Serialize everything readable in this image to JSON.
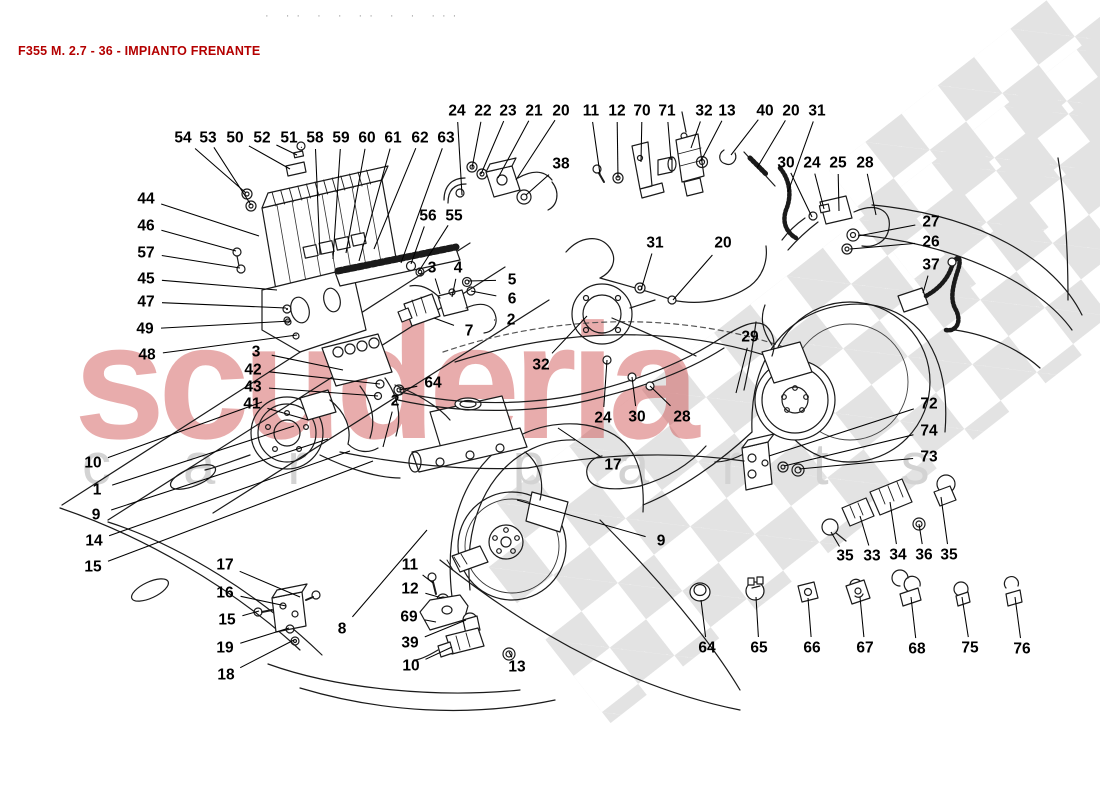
{
  "header": {
    "title": "F355 M. 2.7 - 36 - IMPIANTO FRENANTE"
  },
  "scan_artifacts": "· ·· ·  · ··   · ·  ···",
  "watermark": {
    "word": "scuderia",
    "subtext": "car parts"
  },
  "colors": {
    "title_red": "#b40000",
    "watermark_pink": "rgba(205,70,70,0.45)",
    "watermark_gray": "#d3d3d3",
    "checker_gray": "#e3e3e3",
    "line_black": "#1a1a1a"
  },
  "diagram": {
    "callouts": [
      [
        "24",
        457,
        111,
        462,
        195
      ],
      [
        "22",
        483,
        111,
        472,
        168
      ],
      [
        "23",
        508,
        111,
        481,
        174
      ],
      [
        "21",
        534,
        111,
        498,
        178
      ],
      [
        "20",
        561,
        111,
        516,
        180
      ],
      [
        "11",
        591,
        111,
        600,
        174
      ],
      [
        "12",
        617,
        111,
        618,
        178
      ],
      [
        "70",
        642,
        111,
        641,
        162
      ],
      [
        "71",
        667,
        111,
        671,
        160
      ],
      [
        "32",
        704,
        111,
        691,
        148
      ],
      [
        "13",
        727,
        111,
        701,
        161
      ],
      [
        "40",
        765,
        111,
        731,
        155
      ],
      [
        "20",
        791,
        111,
        757,
        168
      ],
      [
        "31",
        817,
        111,
        788,
        192
      ],
      [
        "30",
        786,
        163,
        812,
        217
      ],
      [
        "24",
        812,
        163,
        824,
        209
      ],
      [
        "25",
        838,
        163,
        839,
        211
      ],
      [
        "28",
        865,
        163,
        876,
        215
      ],
      [
        "27",
        931,
        222,
        858,
        236
      ],
      [
        "26",
        931,
        242,
        850,
        249
      ],
      [
        "37",
        931,
        265,
        923,
        293
      ],
      [
        "54",
        183,
        138,
        246,
        193
      ],
      [
        "53",
        208,
        138,
        251,
        205
      ],
      [
        "50",
        235,
        138,
        290,
        169
      ],
      [
        "52",
        262,
        138,
        297,
        155
      ],
      [
        "51",
        289,
        138,
        301,
        147
      ],
      [
        "58",
        315,
        138,
        320,
        255
      ],
      [
        "59",
        341,
        138,
        333,
        259
      ],
      [
        "60",
        367,
        138,
        346,
        253
      ],
      [
        "61",
        393,
        138,
        359,
        261
      ],
      [
        "62",
        420,
        138,
        374,
        249
      ],
      [
        "63",
        446,
        138,
        401,
        263
      ],
      [
        "44",
        146,
        199,
        259,
        236
      ],
      [
        "46",
        146,
        226,
        236,
        251
      ],
      [
        "57",
        146,
        253,
        240,
        268
      ],
      [
        "45",
        146,
        279,
        277,
        290
      ],
      [
        "47",
        146,
        302,
        286,
        308
      ],
      [
        "49",
        145,
        329,
        291,
        321
      ],
      [
        "48",
        147,
        355,
        297,
        335
      ],
      [
        "56",
        428,
        216,
        411,
        264
      ],
      [
        "55",
        454,
        216,
        419,
        271
      ],
      [
        "38",
        561,
        164,
        526,
        195
      ],
      [
        "3",
        432,
        268,
        440,
        294
      ],
      [
        "4",
        458,
        268,
        452,
        297
      ],
      [
        "5",
        512,
        280,
        468,
        281
      ],
      [
        "6",
        512,
        299,
        471,
        291
      ],
      [
        "2",
        511,
        320,
        494,
        320
      ],
      [
        "7",
        469,
        331,
        434,
        318
      ],
      [
        "3",
        256,
        352,
        343,
        370
      ],
      [
        "42",
        253,
        370,
        380,
        384
      ],
      [
        "43",
        253,
        387,
        378,
        396
      ],
      [
        "41",
        252,
        404,
        308,
        420
      ],
      [
        "64",
        433,
        383,
        399,
        390
      ],
      [
        "2",
        395,
        401,
        383,
        447
      ],
      [
        "10",
        93,
        463,
        262,
        402
      ],
      [
        "1",
        97,
        490,
        294,
        426
      ],
      [
        "9",
        96,
        515,
        328,
        439
      ],
      [
        "14",
        94,
        541,
        350,
        451
      ],
      [
        "15",
        93,
        567,
        373,
        461
      ],
      [
        "17",
        225,
        565,
        300,
        597
      ],
      [
        "16",
        225,
        593,
        286,
        606
      ],
      [
        "15",
        227,
        620,
        259,
        611
      ],
      [
        "19",
        225,
        648,
        289,
        628
      ],
      [
        "18",
        226,
        675,
        294,
        640
      ],
      [
        "11",
        410,
        565,
        433,
        583
      ],
      [
        "12",
        410,
        589,
        442,
        598
      ],
      [
        "69",
        409,
        617,
        436,
        622
      ],
      [
        "8",
        342,
        629,
        427,
        530
      ],
      [
        "39",
        410,
        643,
        466,
        620
      ],
      [
        "10",
        411,
        666,
        452,
        647
      ],
      [
        "13",
        517,
        667,
        509,
        652
      ],
      [
        "32",
        541,
        365,
        587,
        316
      ],
      [
        "31",
        655,
        243,
        641,
        290
      ],
      [
        "20",
        723,
        243,
        673,
        300
      ],
      [
        "29",
        750,
        337,
        736,
        393
      ],
      [
        "24",
        603,
        418,
        607,
        360
      ],
      [
        "30",
        637,
        417,
        632,
        377
      ],
      [
        "28",
        682,
        417,
        650,
        386
      ],
      [
        "17",
        613,
        465,
        558,
        428
      ],
      [
        "9",
        661,
        541,
        517,
        500
      ],
      [
        "72",
        929,
        404,
        769,
        456
      ],
      [
        "74",
        929,
        431,
        784,
        466
      ],
      [
        "73",
        929,
        457,
        799,
        469
      ],
      [
        "35",
        845,
        556,
        831,
        532
      ],
      [
        "33",
        872,
        556,
        860,
        516
      ],
      [
        "34",
        898,
        555,
        890,
        502
      ],
      [
        "36",
        924,
        555,
        919,
        524
      ],
      [
        "35",
        949,
        555,
        941,
        497
      ],
      [
        "64",
        707,
        648,
        701,
        600
      ],
      [
        "65",
        759,
        648,
        756,
        597
      ],
      [
        "66",
        812,
        648,
        808,
        598
      ],
      [
        "67",
        865,
        648,
        860,
        597
      ],
      [
        "68",
        917,
        649,
        911,
        597
      ],
      [
        "75",
        970,
        648,
        962,
        597
      ],
      [
        "76",
        1022,
        649,
        1015,
        597
      ]
    ]
  }
}
